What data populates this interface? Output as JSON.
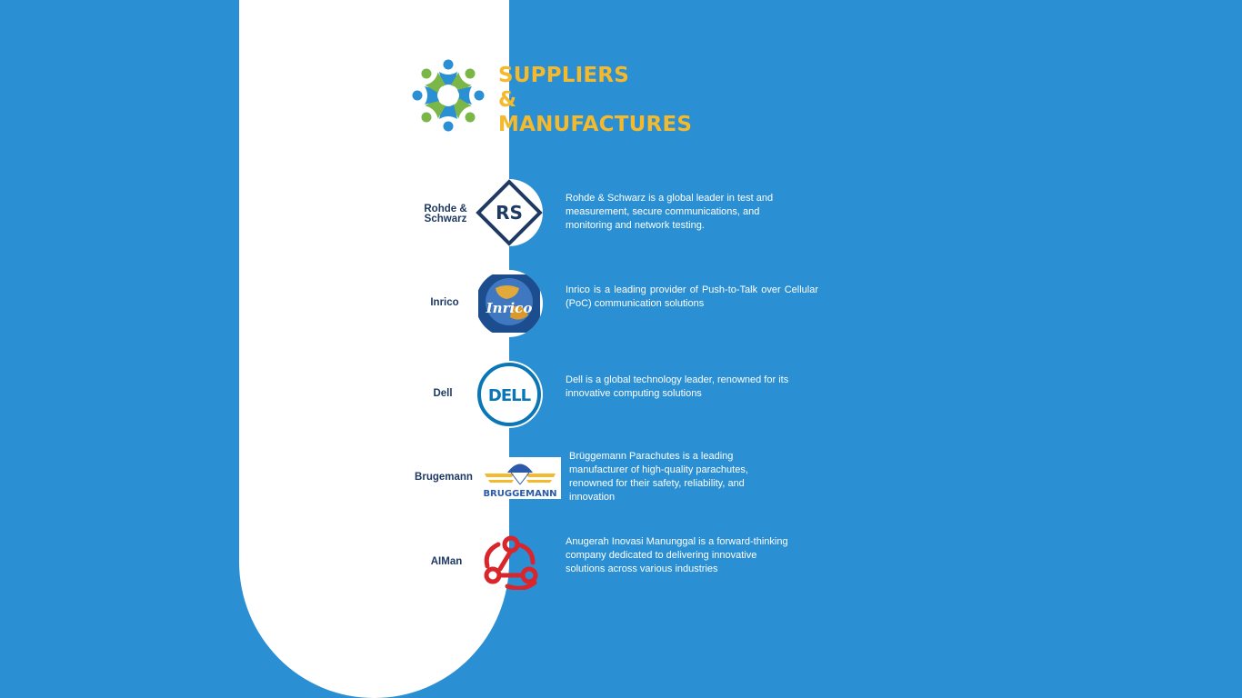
{
  "header": {
    "title_lines": [
      "SUPPLIERS",
      "&",
      "MANUFACTURES"
    ]
  },
  "colors": {
    "background": "#2b8fd3",
    "accent": "#f4b92c",
    "name_text": "#1f3a62",
    "logo_green": "#7ab648",
    "logo_blue": "#2b8fd3"
  },
  "suppliers": [
    {
      "name": "Rohde & Schwarz",
      "logo": "rohde-schwarz-logo",
      "logo_text": "RS",
      "description": "Rohde & Schwarz is a global leader in test and measurement, secure communications, and monitoring and network testing."
    },
    {
      "name": "Inrico",
      "logo": "inrico-logo",
      "logo_text": "Inrico",
      "description": "Inrico is a leading provider of Push-to-Talk over Cellular (PoC) communication solutions"
    },
    {
      "name": "Dell",
      "logo": "dell-logo",
      "logo_text": "DELL",
      "description": "Dell is a global technology leader, renowned for its innovative computing solutions"
    },
    {
      "name": "Brugemann",
      "logo": "bruggemann-logo",
      "logo_text": "BRUGGEMANN",
      "description": "Brüggemann Parachutes is a leading manufacturer of high-quality parachutes, renowned for their safety, reliability, and innovation"
    },
    {
      "name": "AIMan",
      "logo": "webhook-icon",
      "description": "Anugerah Inovasi Manunggal is a forward-thinking company dedicated to delivering innovative solutions across various industries"
    }
  ]
}
